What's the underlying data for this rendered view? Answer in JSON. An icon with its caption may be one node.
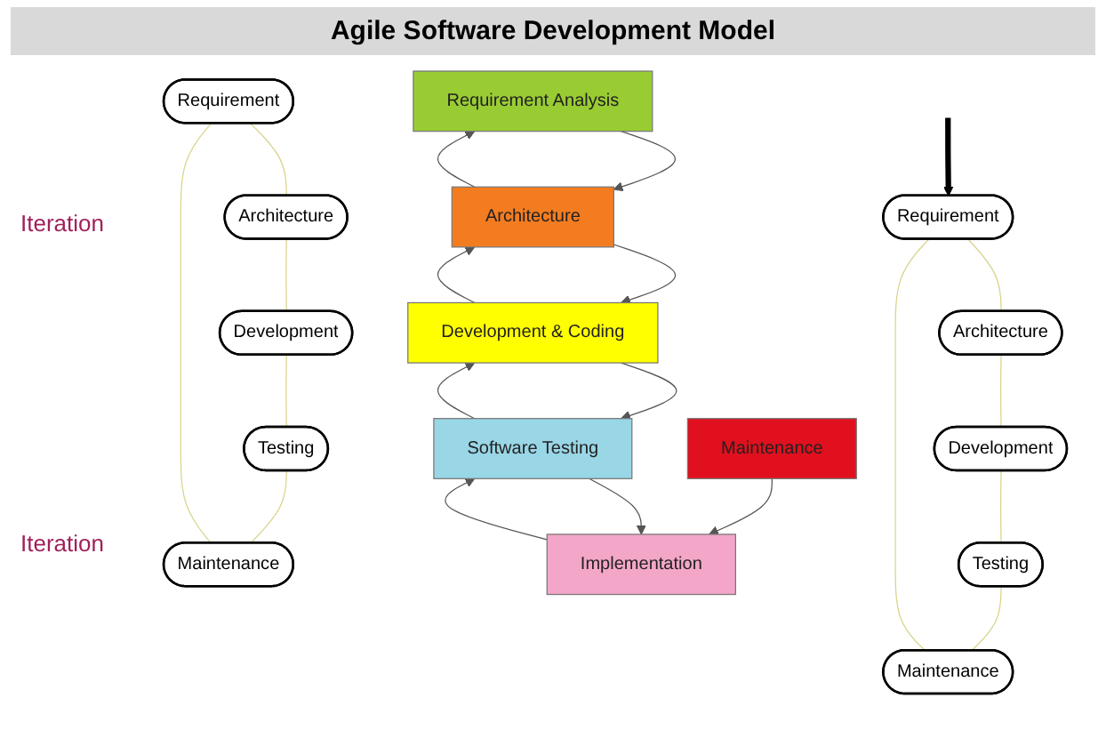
{
  "diagram": {
    "title": "Agile Software Development Model",
    "nodes": [
      {
        "text": [
          "Requirement"
        ]
      },
      {
        "text": [
          "Architecture"
        ]
      },
      {
        "text": [
          "Development"
        ]
      },
      {
        "text": [
          "Testing"
        ]
      },
      {
        "text": [
          "Maintenance"
        ]
      },
      {
        "text": [
          "Requirement"
        ]
      },
      {
        "text": [
          "Architecture"
        ]
      },
      {
        "text": [
          "Development"
        ]
      },
      {
        "text": [
          "Testing"
        ]
      },
      {
        "text": [
          "Maintenance"
        ]
      },
      {
        "text": [
          "Requirement Analysis"
        ]
      },
      {
        "text": [
          "Architecture"
        ]
      },
      {
        "text": [
          "Development & Coding"
        ]
      },
      {
        "text": [
          "Software Testing"
        ]
      },
      {
        "text": [
          "Implementation"
        ]
      },
      {
        "text": [
          "Maintenance"
        ]
      }
    ],
    "edges": [
      {
        "from": 0,
        "to": 1,
        "arrow": "none"
      },
      {
        "from": 1,
        "to": 2,
        "arrow": "none"
      },
      {
        "from": 2,
        "to": 3,
        "arrow": "none"
      },
      {
        "from": 3,
        "to": 4,
        "arrow": "none"
      },
      {
        "from": 4,
        "to": 0,
        "arrow": "none"
      },
      {
        "from": null,
        "to": 5,
        "arrow": "to",
        "style": "thick",
        "color": "#000000"
      },
      {
        "from": 5,
        "to": 6,
        "arrow": "none"
      },
      {
        "from": 6,
        "to": 7,
        "arrow": "none"
      },
      {
        "from": 7,
        "to": 8,
        "arrow": "none"
      },
      {
        "from": 8,
        "to": 9,
        "arrow": "none"
      },
      {
        "from": 9,
        "to": 5,
        "arrow": "none"
      },
      {
        "from": 10,
        "to": 11,
        "arrow": "to",
        "color": "#555555"
      },
      {
        "from": 11,
        "to": 12,
        "arrow": "to",
        "color": "#555555"
      },
      {
        "from": 12,
        "to": 13,
        "arrow": "to",
        "color": "#555555"
      },
      {
        "from": 13,
        "to": 14,
        "arrow": "to",
        "color": "#555555"
      },
      {
        "from": 11,
        "to": 10,
        "arrow": "to",
        "color": "#555555"
      },
      {
        "from": 12,
        "to": 11,
        "arrow": "to",
        "color": "#555555"
      },
      {
        "from": 13,
        "to": 12,
        "arrow": "to",
        "color": "#555555"
      },
      {
        "from": 14,
        "to": 13,
        "arrow": "to",
        "color": "#555555"
      },
      {
        "from": 15,
        "to": 14,
        "arrow": "to",
        "color": "#555555"
      }
    ],
    "labels": [
      "Iteration",
      "Iteration"
    ]
  }
}
